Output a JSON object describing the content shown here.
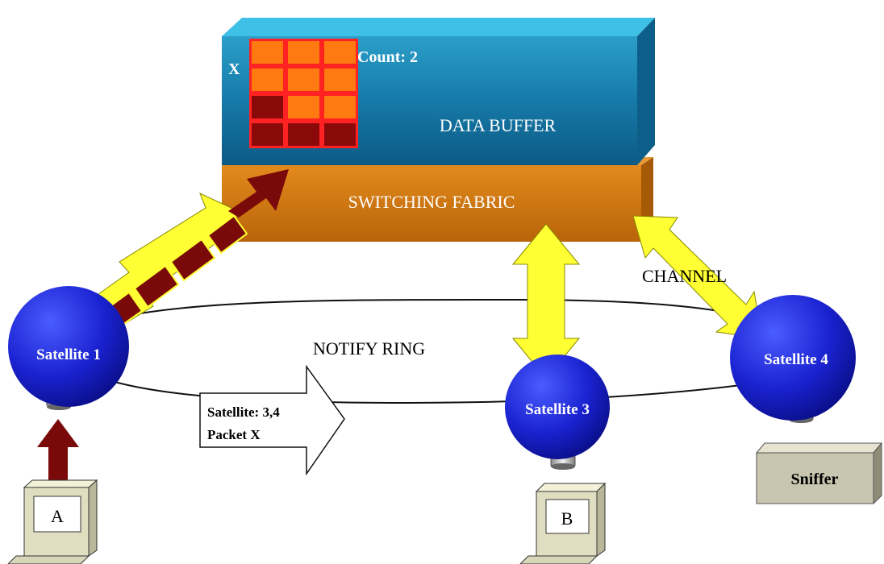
{
  "buffer": {
    "label": "DATA BUFFER",
    "count_label": "Count: 2",
    "packet_marker": "X"
  },
  "fabric": {
    "label": "SWITCHING FABRIC"
  },
  "ring": {
    "label": "NOTIFY RING"
  },
  "channel": {
    "label": "CHANNEL"
  },
  "notification": {
    "line1": "Satellite: 3,4",
    "line2": "Packet X"
  },
  "satellites": [
    {
      "label": "Satellite 1"
    },
    {
      "label": "Satellite 3"
    },
    {
      "label": "Satellite 4"
    }
  ],
  "hosts": [
    {
      "label": "A"
    },
    {
      "label": "B"
    }
  ],
  "sniffer": {
    "label": "Sniffer"
  },
  "colors": {
    "buffer_front": "#1a86b3",
    "buffer_top": "#35b6e0",
    "fabric": "#d07a10",
    "satellite": "#1a1fd6",
    "yellow_arrow": "#ffff33",
    "packet_arrow": "#7a0a0a",
    "cell_light": "#ff7a10",
    "cell_dark": "#8a0a0a"
  }
}
